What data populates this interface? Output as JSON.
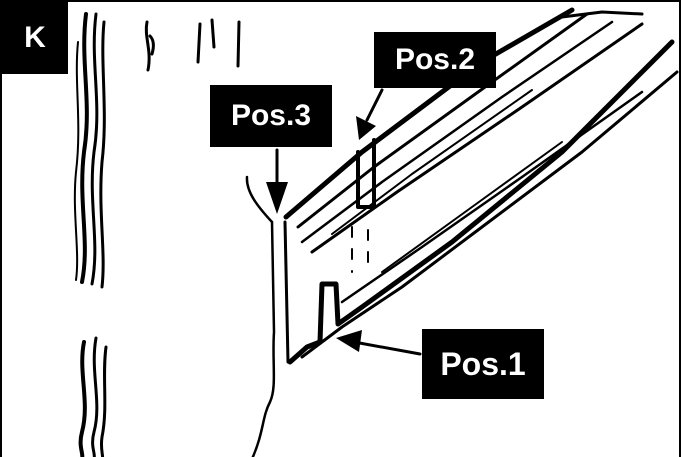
{
  "figure": {
    "panel_letter": "K",
    "labels": {
      "pos1": "Pos.1",
      "pos2": "Pos.2",
      "pos3": "Pos.3"
    }
  }
}
